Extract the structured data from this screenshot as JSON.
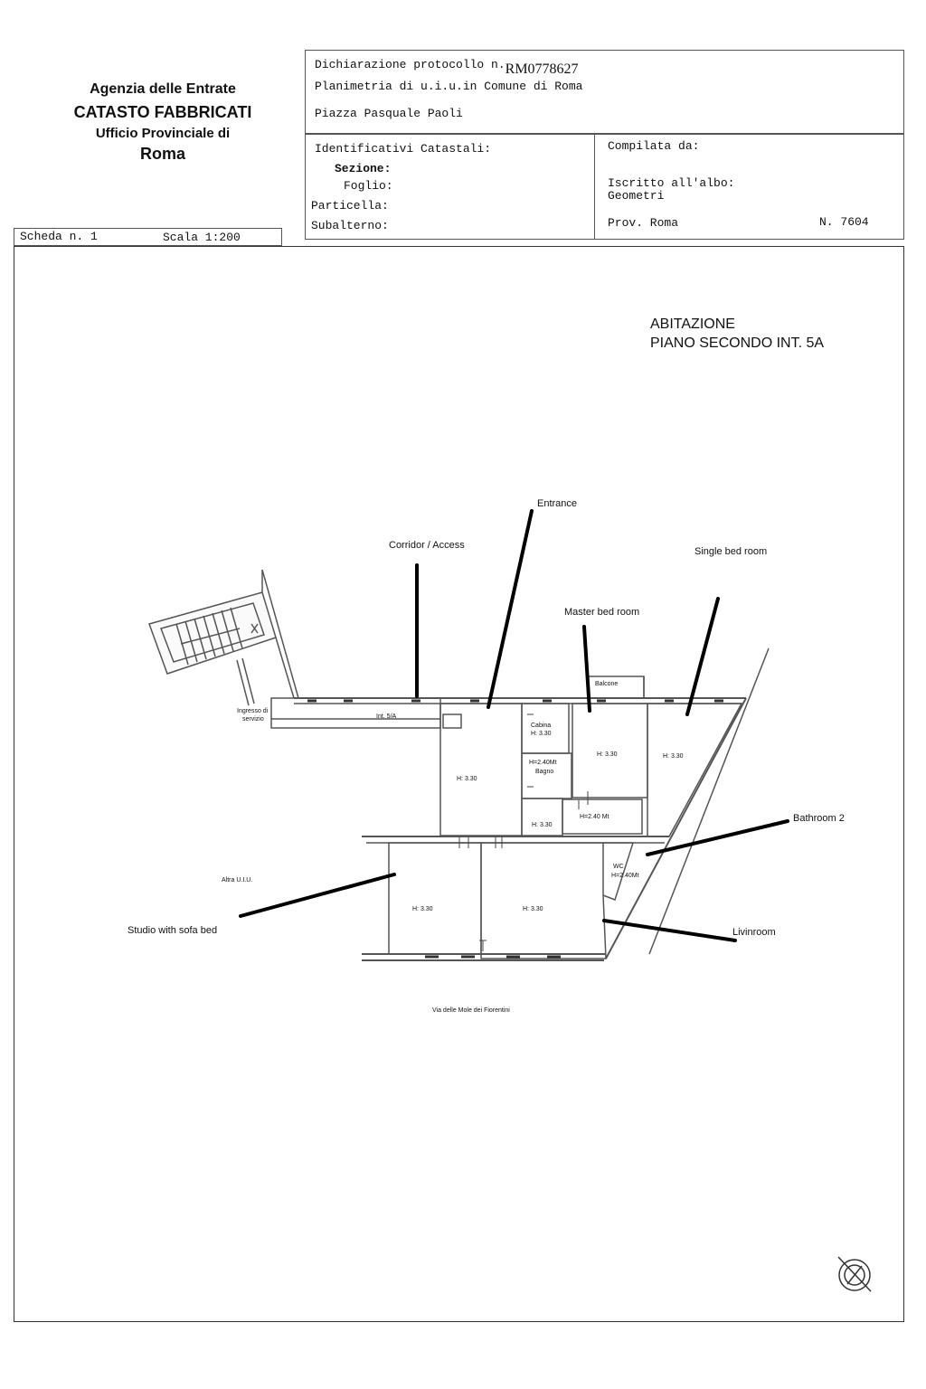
{
  "agency": {
    "line1": "Agenzia delle Entrate",
    "line2": "CATASTO FABBRICATI",
    "line3": "Ufficio Provinciale di",
    "line4": "Roma"
  },
  "header": {
    "protocol_label": "Dichiarazione protocollo n.",
    "protocol_number": "RM0778627",
    "planimetria": "Planimetria di u.i.u.in Comune di Roma",
    "address": "Piazza Pasquale Paoli"
  },
  "identificativi": {
    "title": "Identificativi Catastali:",
    "sezione": "Sezione:",
    "foglio": "Foglio:",
    "particella": "Particella:",
    "subalterno": "Subalterno:"
  },
  "compilata": {
    "title": "Compilata da:",
    "iscritto": "Iscritto all'albo:",
    "albo": "Geometri",
    "prov": "Prov. Roma",
    "numero": "N. 7604"
  },
  "scheda": {
    "scheda": "Scheda n. 1",
    "scala": "Scala 1:200"
  },
  "plan": {
    "title_line1": "ABITAZIONE",
    "title_line2": "PIANO SECONDO INT. 5A",
    "annotations": {
      "entrance": "Entrance",
      "corridor": "Corridor / Access",
      "single_bed": "Single bed room",
      "master_bed": "Master bed room",
      "bathroom2": "Bathroom 2",
      "studio": "Studio with sofa bed",
      "livingroom": "Livinroom"
    },
    "rooms": {
      "int": "Int. 5/A",
      "ingresso1": "Ingresso di",
      "ingresso2": "servizio",
      "balcone": "Balcone",
      "cabina1": "Cabina",
      "cabina2": "H: 3.30",
      "bagno1": "H=2.40Mt",
      "bagno2": "Bagno",
      "h330_entrance": "H: 3.30",
      "h330_master": "H: 3.30",
      "h330_single": "H: 3.30",
      "h330_small": "H: 3.30",
      "h240": "H=2.40 Mt",
      "wc1": "WC",
      "wc2": "H=2.40Mt",
      "h330_studio": "H: 3.30",
      "h330_living": "H: 3.30",
      "altra": "Altra U.I.U."
    },
    "street": "Via delle Mole dei Fiorentini"
  },
  "icons": {
    "north": "compass-north-icon"
  }
}
